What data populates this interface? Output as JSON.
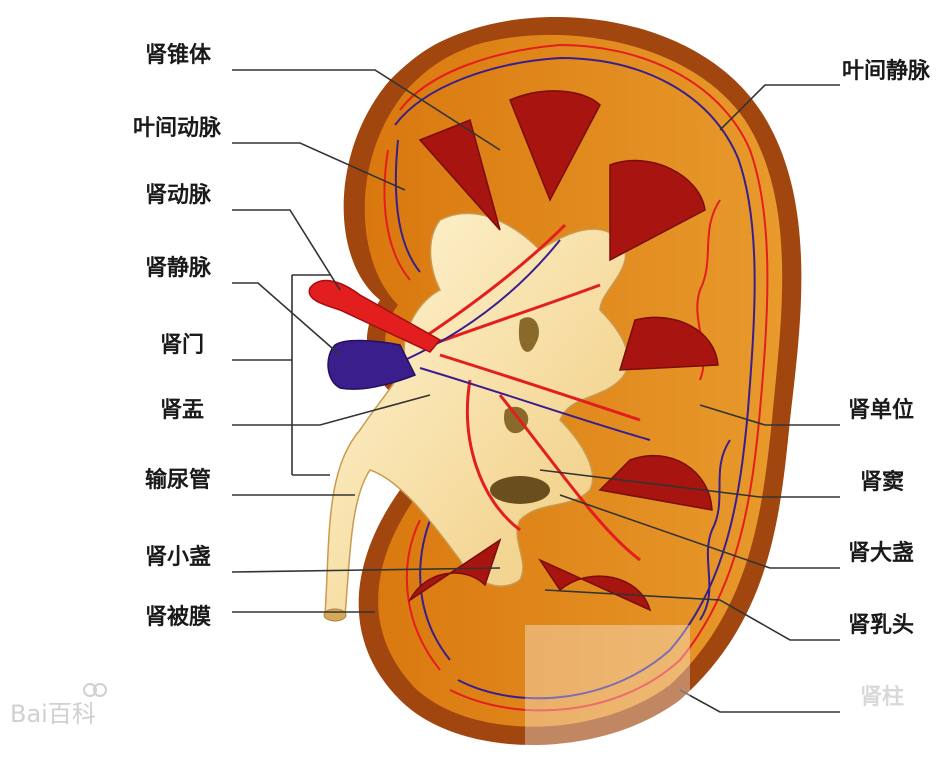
{
  "labels": {
    "left": {
      "renal_pyramid": "肾锥体",
      "interlobar_artery": "叶间动脉",
      "renal_artery": "肾动脉",
      "renal_vein": "肾静脉",
      "renal_hilum": "肾门",
      "renal_pelvis": "肾盂",
      "ureter": "输尿管",
      "minor_calyx": "肾小盏",
      "renal_capsule": "肾被膜"
    },
    "right": {
      "interlobar_vein": "叶间静脉",
      "renal_lobe": "肾单位",
      "renal_sinus": "肾窦",
      "major_calyx": "肾大盏",
      "renal_papilla": "肾乳头",
      "renal_column": "肾柱"
    }
  },
  "watermark": {
    "text": "Bai百科"
  },
  "colors": {
    "capsule": "#a0460e",
    "cortex": "#e08a1a",
    "medulla": "#a8140f",
    "pelvis": "#f6dca0",
    "artery": "#e31e1e",
    "vein": "#3a1e8c"
  }
}
